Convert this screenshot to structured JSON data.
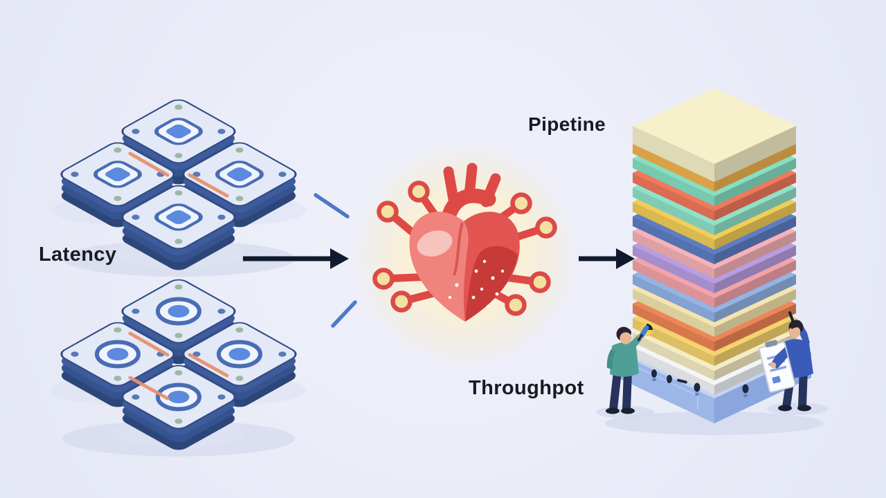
{
  "labels": {
    "latency": "Latency",
    "pipeline": "Pipetine",
    "throughput": "Throughpot"
  },
  "icons": {
    "left_top": "cpu-chip-cluster",
    "left_bottom": "cpu-chip-cluster",
    "center": "heart-engine",
    "center_flow": "arrow-right",
    "right": "pipeline-layer-stack",
    "people": [
      "worker-with-tool",
      "worker-with-clipboard"
    ]
  },
  "colors": {
    "background": "#eaecf8",
    "label_text": "#191b21",
    "arrow": "#101a2e",
    "link_blue": "#4c79c8",
    "chip_top": "#e3e9f6",
    "chip_side": "#3e5c9c",
    "chip_side_dark": "#2c4679",
    "chip_outline": "#2e4a84",
    "chip_accent": "#5b8ade",
    "chip_ring": "#496cb4",
    "chip_stripe": "#e8906c",
    "chip_dot_green": "#9cb8a4",
    "chip_dot_blue": "#5878b8",
    "glow": "#faf0d8",
    "heart_base": "#e25550",
    "heart_light": "#f0837c",
    "heart_dark": "#c63a38",
    "heart_highlight": "#f6c3bd",
    "connector_red": "#dd4a46",
    "connector_tip": "#f3e1a4",
    "base_top": "#c3d4f1",
    "base_left": "#9db6e8",
    "base_right": "#8aa6dd",
    "knob": "#1c2742",
    "shadow": "#d6dbee",
    "skin": "#e9b795",
    "hair": "#26232e",
    "worker_left_shirt": "#4f9f98",
    "worker_right_jacket": "#3a5cb8",
    "pants": "#27335c",
    "tool_blue": "#3f7ed8",
    "clipboard": "#fbfcff",
    "clipboard_line": "#8ba6d8",
    "gauge_yellow": "#f2cd58"
  },
  "stack": {
    "layer_colors": [
      "#f7f1cb",
      "#f1b44f",
      "#85dfc3",
      "#f2785a",
      "#8fe2c9",
      "#f2cd58",
      "#5d7dc3",
      "#f6b2b7",
      "#b79ee2",
      "#f3a3a9",
      "#93b4e6",
      "#f3e5ae",
      "#ee8557",
      "#f5d36e",
      "#f5ecc4",
      "#f3f5f7"
    ]
  }
}
